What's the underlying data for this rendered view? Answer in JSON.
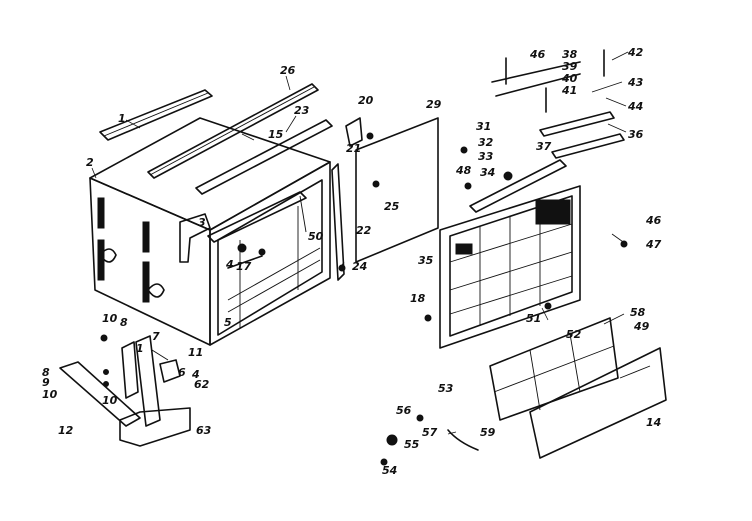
{
  "diagram": {
    "type": "exploded-parts-diagram",
    "parts": [
      {
        "number": "1"
      },
      {
        "number": "2"
      },
      {
        "number": "3"
      },
      {
        "number": "4"
      },
      {
        "number": "5"
      },
      {
        "number": "6"
      },
      {
        "number": "7"
      },
      {
        "number": "8"
      },
      {
        "number": "9"
      },
      {
        "number": "10"
      },
      {
        "number": "11"
      },
      {
        "number": "12"
      },
      {
        "number": "14"
      },
      {
        "number": "15"
      },
      {
        "number": "17"
      },
      {
        "number": "18"
      },
      {
        "number": "20"
      },
      {
        "number": "21"
      },
      {
        "number": "22"
      },
      {
        "number": "23"
      },
      {
        "number": "24"
      },
      {
        "number": "25"
      },
      {
        "number": "26"
      },
      {
        "number": "29"
      },
      {
        "number": "31"
      },
      {
        "number": "32"
      },
      {
        "number": "33"
      },
      {
        "number": "34"
      },
      {
        "number": "35"
      },
      {
        "number": "36"
      },
      {
        "number": "37"
      },
      {
        "number": "38"
      },
      {
        "number": "39"
      },
      {
        "number": "40"
      },
      {
        "number": "41"
      },
      {
        "number": "42"
      },
      {
        "number": "43"
      },
      {
        "number": "44"
      },
      {
        "number": "46"
      },
      {
        "number": "47"
      },
      {
        "number": "48"
      },
      {
        "number": "49"
      },
      {
        "number": "50"
      },
      {
        "number": "51"
      },
      {
        "number": "52"
      },
      {
        "number": "53"
      },
      {
        "number": "54"
      },
      {
        "number": "55"
      },
      {
        "number": "56"
      },
      {
        "number": "57"
      },
      {
        "number": "58"
      },
      {
        "number": "59"
      },
      {
        "number": "62"
      },
      {
        "number": "63"
      }
    ]
  }
}
